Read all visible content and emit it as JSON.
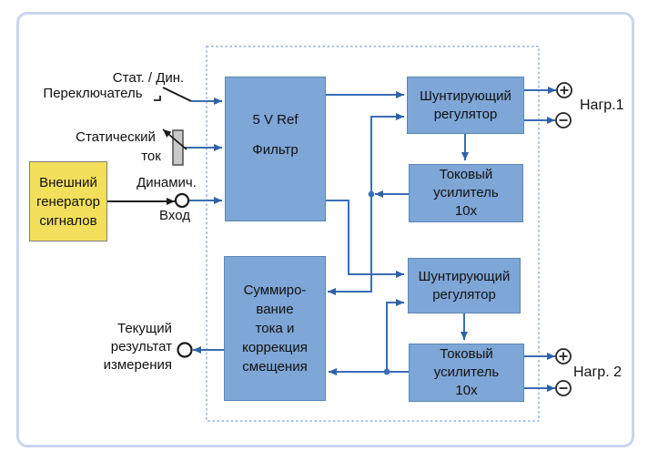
{
  "diagram_type": "block-diagram",
  "blocks": {
    "ref_filter": {
      "label": "5 V Ref\nФильтр"
    },
    "shunt_regulator_1": {
      "label": "Шунтирующий\nрегулятор"
    },
    "current_amplifier_1": {
      "label": "Токовый\nусилитель\n10x"
    },
    "summing": {
      "label": "Суммиро-\nвание\nтока и\nкоррекция\nсмещения"
    },
    "shunt_regulator_2": {
      "label": "Шунтирующий\nрегулятор"
    },
    "current_amplifier_2": {
      "label": "Токовый\nусилитель\n10x"
    },
    "signal_generator": {
      "label": "Внешний\nгенератор\nсигналов"
    }
  },
  "labels": {
    "switch_top": "Стат. / Дин.",
    "switch_bottom": "Переключатель",
    "static_current_top": "Статический",
    "static_current_bottom": "ток",
    "dynamic_top": "Динамич.",
    "dynamic_bottom": "Вход",
    "measurement": "Текущий\nрезультат\nизмерения",
    "load_1": "Нагр.1",
    "load_2": "Нагр. 2"
  },
  "icons": {
    "plus_terminal": "⊕",
    "minus_terminal": "⊖",
    "connector_node": "○",
    "switch": "open-switch",
    "potentiometer": "adjustable-resistor"
  },
  "colors": {
    "block_fill": "#7EA6D6",
    "block_border": "#5B86B4",
    "wire_blue": "#3A6DB5",
    "arrowhead_blue": "#2E62A8",
    "dashed_border": "#92B1DC",
    "outer_frame_border": "#C9D4EE",
    "generator_fill": "#F3DF5C",
    "black": "#1A1A1A"
  }
}
